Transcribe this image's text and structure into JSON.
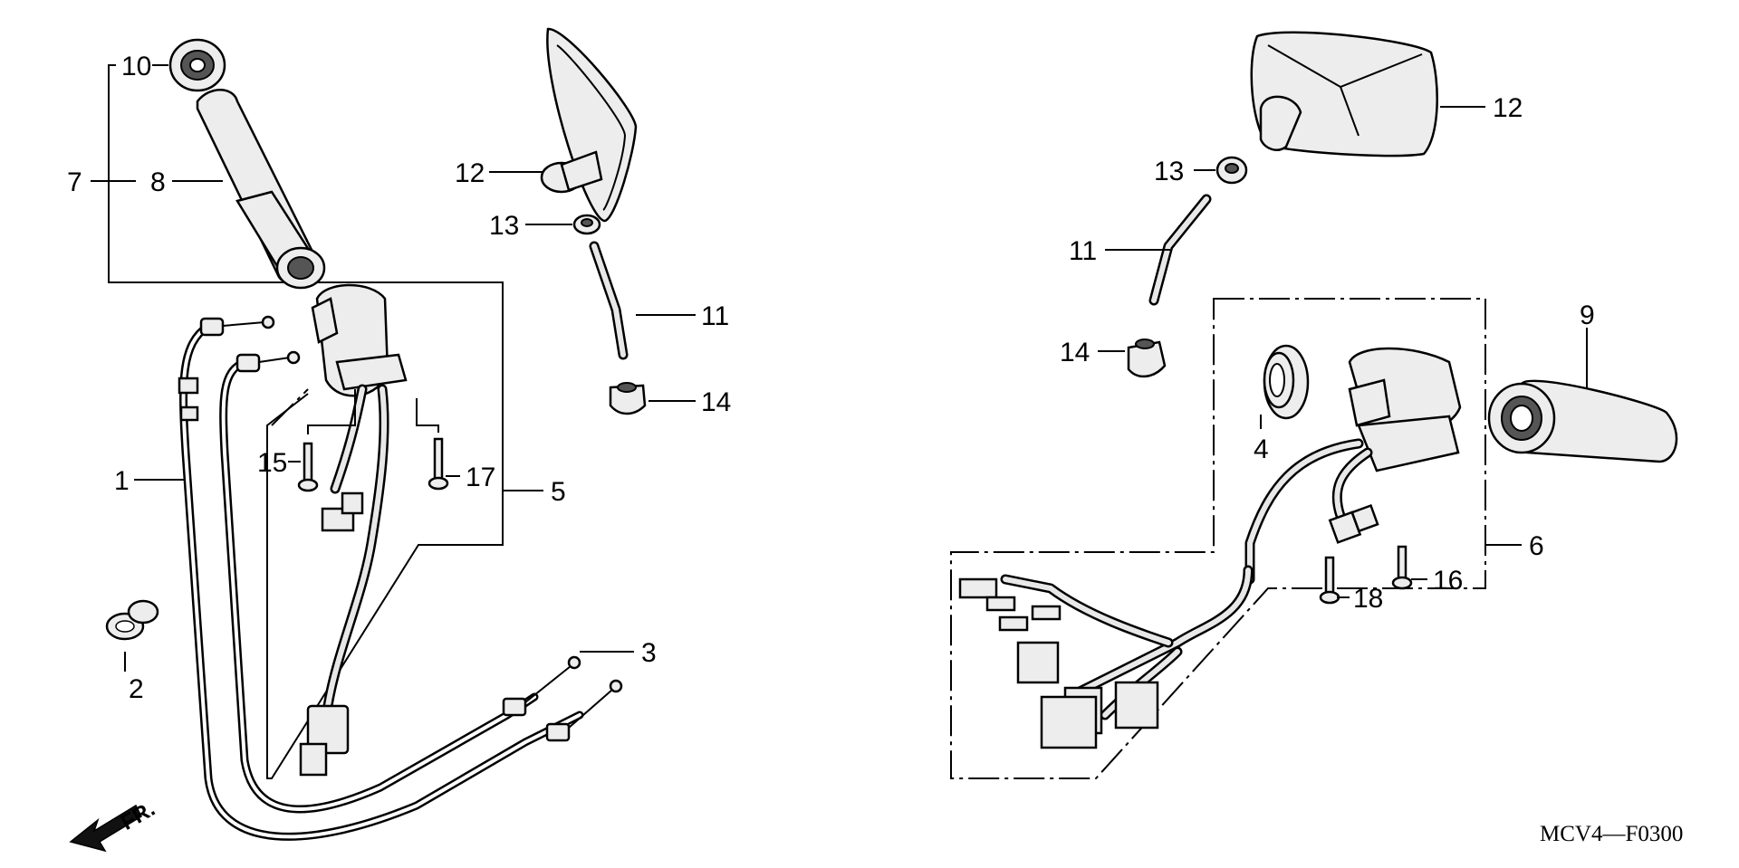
{
  "diagram_code": "MCV4—F0300",
  "front_marker": "FR.",
  "callouts": {
    "c1": "1",
    "c2": "2",
    "c3": "3",
    "c4": "4",
    "c5": "5",
    "c6": "6",
    "c7": "7",
    "c8": "8",
    "c9": "9",
    "c10": "10",
    "c11_left": "11",
    "c11_right": "11",
    "c12_left": "12",
    "c12_right": "12",
    "c13_left": "13",
    "c13_right": "13",
    "c14_left": "14",
    "c14_right": "14",
    "c15": "15",
    "c16": "16",
    "c17": "17",
    "c18": "18"
  }
}
